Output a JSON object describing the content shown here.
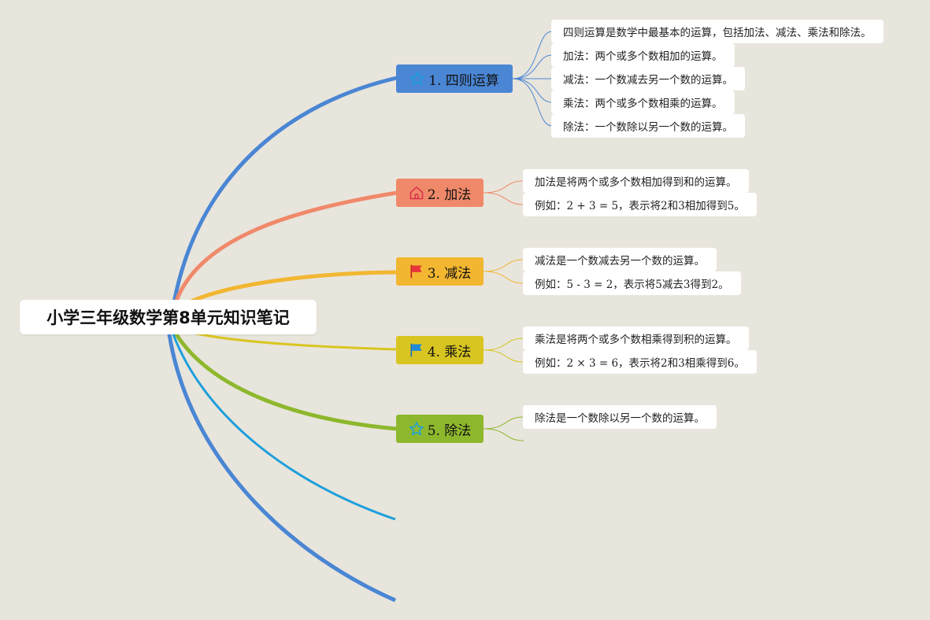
{
  "root": {
    "title": "小学三年级数学第8单元知识笔记"
  },
  "branches": [
    {
      "label": "1. 四则运算",
      "color": "#4a86d4",
      "icon": "star-icon",
      "notes": [
        "四则运算是数学中最基本的运算，包括加法、减法、乘法和除法。",
        "加法：两个或多个数相加的运算。",
        "减法：一个数减去另一个数的运算。",
        "乘法：两个或多个数相乘的运算。",
        "除法：一个数除以另一个数的运算。"
      ]
    },
    {
      "label": "2. 加法",
      "color": "#f0896a",
      "icon": "home-icon",
      "notes": [
        "加法是将两个或多个数相加得到和的运算。",
        "例如：2 + 3 = 5，表示将2和3相加得到5。"
      ]
    },
    {
      "label": "3. 减法",
      "color": "#f2b631",
      "icon": "red-flag-icon",
      "notes": [
        "减法是一个数减去另一个数的运算。",
        "例如：5 - 3 = 2，表示将5减去3得到2。"
      ]
    },
    {
      "label": "4. 乘法",
      "color": "#d9c521",
      "icon": "blue-flag-icon",
      "notes": [
        "乘法是将两个或多个数相乘得到积的运算。",
        "例如：2 × 3 = 6，表示将2和3相乘得到6。"
      ]
    },
    {
      "label": "5. 除法",
      "color": "#8db82d",
      "icon": "star-icon",
      "notes": [
        "除法是一个数除以另一个数的运算。"
      ]
    }
  ],
  "extra_branch_colors": [
    "#1e9fdc",
    "#4a86d4"
  ]
}
